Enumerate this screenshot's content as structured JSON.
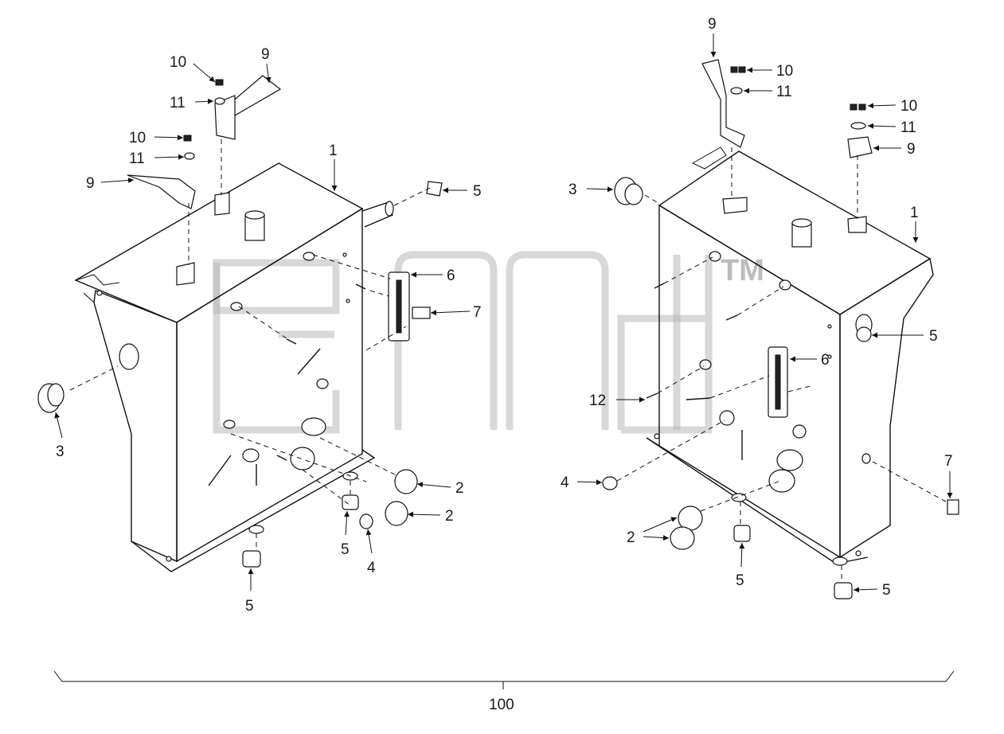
{
  "callouts": {
    "left_assembly": [
      {
        "id": "L-1",
        "text": "1"
      },
      {
        "id": "L-2a",
        "text": "2"
      },
      {
        "id": "L-2b",
        "text": "2"
      },
      {
        "id": "L-3",
        "text": "3"
      },
      {
        "id": "L-4",
        "text": "4"
      },
      {
        "id": "L-5a",
        "text": "5"
      },
      {
        "id": "L-5b",
        "text": "5"
      },
      {
        "id": "L-5c",
        "text": "5"
      },
      {
        "id": "L-6",
        "text": "6"
      },
      {
        "id": "L-7",
        "text": "7"
      },
      {
        "id": "L-9a",
        "text": "9"
      },
      {
        "id": "L-9b",
        "text": "9"
      },
      {
        "id": "L-10a",
        "text": "10"
      },
      {
        "id": "L-10b",
        "text": "10"
      },
      {
        "id": "L-11a",
        "text": "11"
      },
      {
        "id": "L-11b",
        "text": "11"
      }
    ],
    "right_assembly": [
      {
        "id": "R-1",
        "text": "1"
      },
      {
        "id": "R-2",
        "text": "2"
      },
      {
        "id": "R-3",
        "text": "3"
      },
      {
        "id": "R-4",
        "text": "4"
      },
      {
        "id": "R-5a",
        "text": "5"
      },
      {
        "id": "R-5b",
        "text": "5"
      },
      {
        "id": "R-5c",
        "text": "5"
      },
      {
        "id": "R-6",
        "text": "6"
      },
      {
        "id": "R-7",
        "text": "7"
      },
      {
        "id": "R-9a",
        "text": "9"
      },
      {
        "id": "R-9b",
        "text": "9"
      },
      {
        "id": "R-10a",
        "text": "10"
      },
      {
        "id": "R-10b",
        "text": "10"
      },
      {
        "id": "R-11a",
        "text": "11"
      },
      {
        "id": "R-11b",
        "text": "11"
      },
      {
        "id": "R-12",
        "text": "12"
      }
    ]
  },
  "assembly_label": "100",
  "watermark": {
    "text": "TM",
    "color": "#b8b8b8"
  }
}
